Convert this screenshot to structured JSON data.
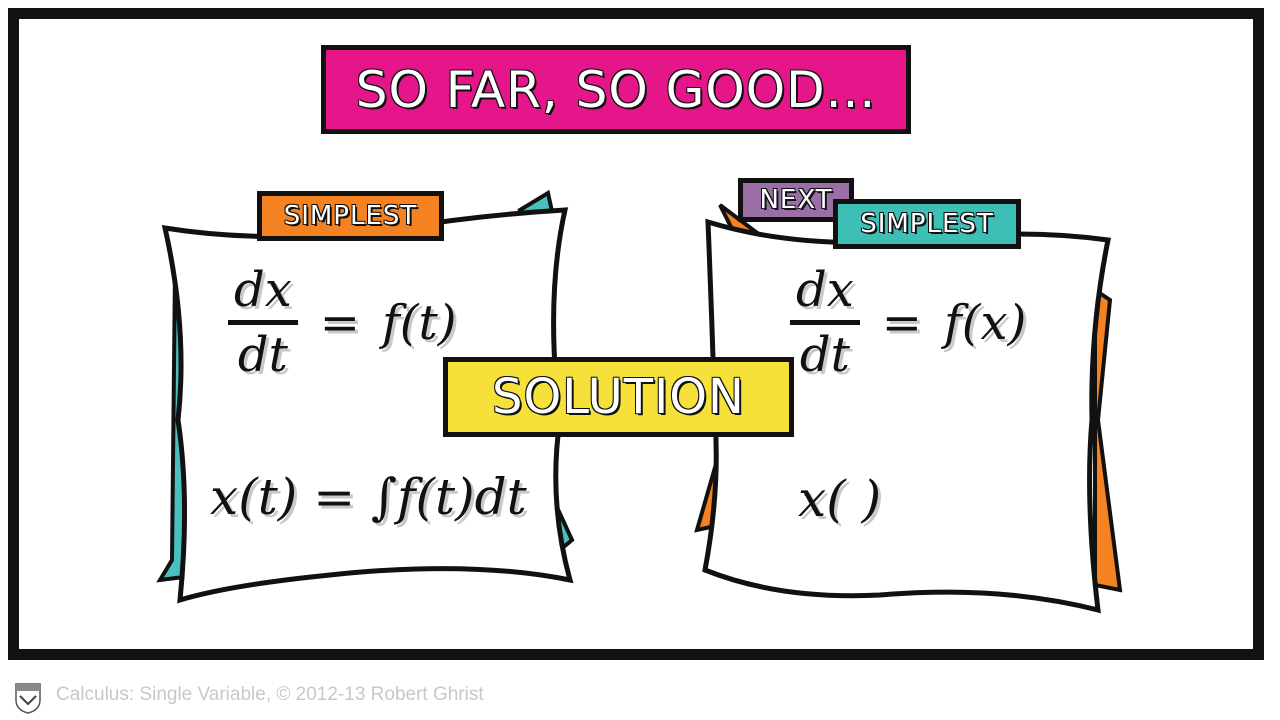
{
  "title": "SO FAR, SO GOOD...",
  "left_card": {
    "tag": "SIMPLEST",
    "ode_num": "dx",
    "ode_den": "dt",
    "ode_eq": "=",
    "ode_rhs": "f(t)",
    "solution": "x(t) = ∫f(t)dt"
  },
  "right_card": {
    "tag_next": "NEXT",
    "tag": "SIMPLEST",
    "ode_num": "dx",
    "ode_den": "dt",
    "ode_eq": "=",
    "ode_rhs": "f(x)",
    "solution": "x( )"
  },
  "center_label": "SOLUTION",
  "footer": "Calculus: Single Variable, © 2012-13 Robert Ghrist",
  "colors": {
    "title": "#e5158a",
    "simplest_left": "#f58220",
    "next": "#9a6fa6",
    "simplest_right": "#3dbfb6",
    "solution": "#f5e13a"
  }
}
